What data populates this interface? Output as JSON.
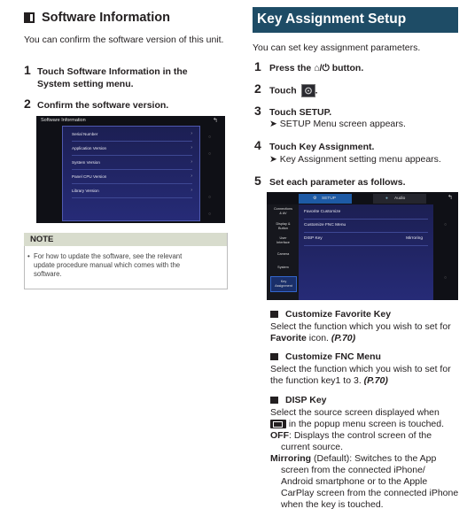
{
  "left": {
    "title": "Software Information",
    "intro": "You can confirm the software version of this unit.",
    "step1": {
      "num": "1",
      "pre": "Touch ",
      "bold": "Software Information",
      "post": " in the",
      "line2": "System setting menu."
    },
    "step2": {
      "num": "2",
      "text": "Confirm the software version."
    },
    "screen": {
      "title": "Software Information",
      "back": "↰",
      "items": [
        "Serial Number",
        "Application Version",
        "System Version",
        "Panel CPU Version",
        "Library Version"
      ],
      "chev": "›"
    },
    "note": {
      "title": "NOTE",
      "bullet": "•",
      "lines": [
        "For how to update the software, see the relevant",
        "update procedure manual which comes with the",
        "software."
      ]
    }
  },
  "right": {
    "banner": "Key Assignment Setup",
    "intro": "You can set key assignment parameters.",
    "step1": {
      "num": "1",
      "pre": "Press the ",
      "icons": "⌂/⏻",
      "post": " button."
    },
    "step2": {
      "num": "2",
      "pre": "Touch ",
      "post": "."
    },
    "step3": {
      "num": "3",
      "pre": "Touch ",
      "bold": "SETUP",
      "post": ".",
      "sub": "➤ SETUP Menu screen appears."
    },
    "step4": {
      "num": "4",
      "pre": "Touch ",
      "bold": "Key Assignment",
      "post": ".",
      "sub": "➤ Key Assignment setting menu appears."
    },
    "step5": {
      "num": "5",
      "text": "Set each parameter as follows."
    },
    "screen": {
      "tab_setup": "SETUP",
      "tab_audio": "Audio",
      "back": "↰",
      "left_items": [
        {
          "l1": "Connections",
          "l2": "& AV"
        },
        {
          "l1": "Display &",
          "l2": "Button"
        },
        {
          "l1": "User",
          "l2": "Interface"
        },
        {
          "l1": "Camera",
          "l2": ""
        },
        {
          "l1": "System",
          "l2": ""
        },
        {
          "l1": "Key",
          "l2": "Assignment"
        }
      ],
      "rows": [
        {
          "label": "Favorite Customize",
          "value": ""
        },
        {
          "label": "Customize FNC Menu",
          "value": ""
        },
        {
          "label": "DISP Key",
          "value": "Mirroring"
        }
      ]
    },
    "sec1": {
      "title": "Customize Favorite Key",
      "l1": "Select the function which you wish to set for",
      "l2b": "Favorite",
      "l2": " icon. ",
      "ref": "(P.70)"
    },
    "sec2": {
      "title": "Customize FNC Menu",
      "l1": "Select the function which you wish to set for",
      "l2": "the function key1 to 3. ",
      "ref": "(P.70)"
    },
    "sec3": {
      "title": "DISP Key",
      "l1": "Select the source screen displayed when",
      "l2": " in the popup menu screen is touched.",
      "off_b": "OFF",
      "off1": ": Displays the control screen of the",
      "off2": "current source.",
      "mir_b": "Mirroring",
      "mir1": " (Default): Switches to the App",
      "mir2": "screen from the connected iPhone/",
      "mir3": "Android smartphone or to the Apple",
      "mir4": "CarPlay screen from the connected iPhone",
      "mir5": "when the key is touched."
    }
  }
}
